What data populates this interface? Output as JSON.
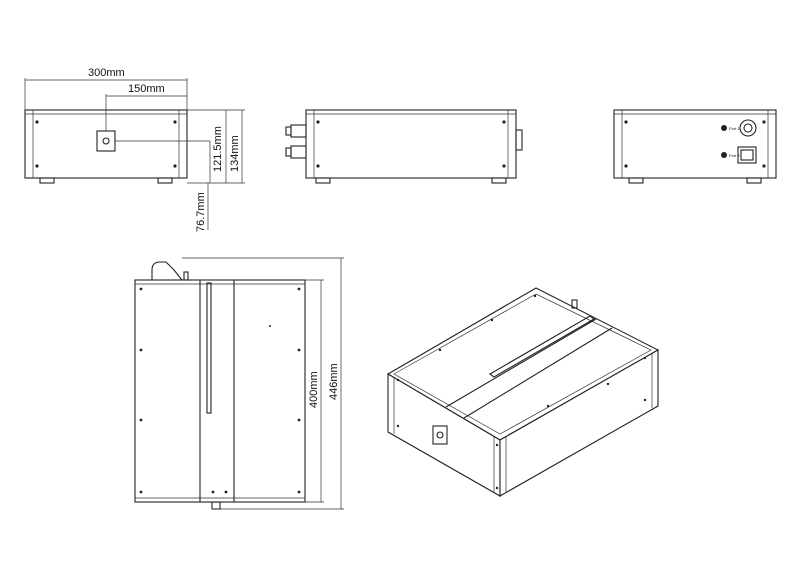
{
  "dimensions": {
    "width_300": "300mm",
    "offset_150": "150mm",
    "height_121_5": "121.5mm",
    "height_134": "134mm",
    "height_76_7": "76.7mm",
    "depth_400": "400mm",
    "depth_446": "446mm"
  },
  "connectors": {
    "port_1": "Port 1",
    "port_2": "Port 2"
  },
  "colors": {
    "line": "#222222",
    "background": "#ffffff"
  }
}
